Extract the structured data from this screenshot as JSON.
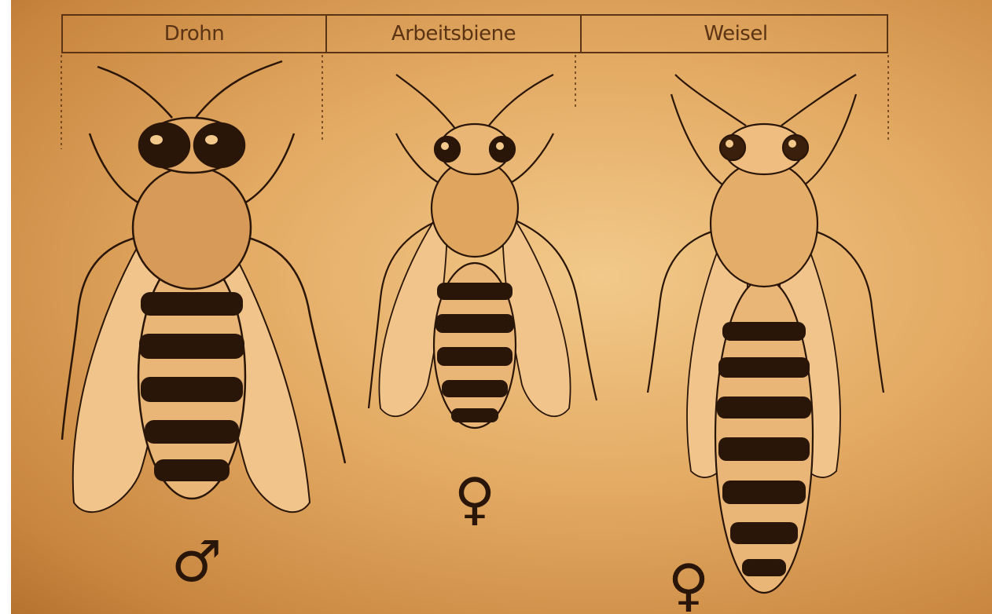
{
  "labels": {
    "drone": "Drohn",
    "worker": "Arbeitsbiene",
    "queen": "Weisel"
  },
  "symbols": {
    "drone": "♂",
    "worker": "♀",
    "queen": "♀"
  },
  "colors": {
    "ink": "#2a1608",
    "paper_light": "#f2c98a",
    "paper_dark": "#b4722f",
    "stipple": "#6b3f18"
  }
}
